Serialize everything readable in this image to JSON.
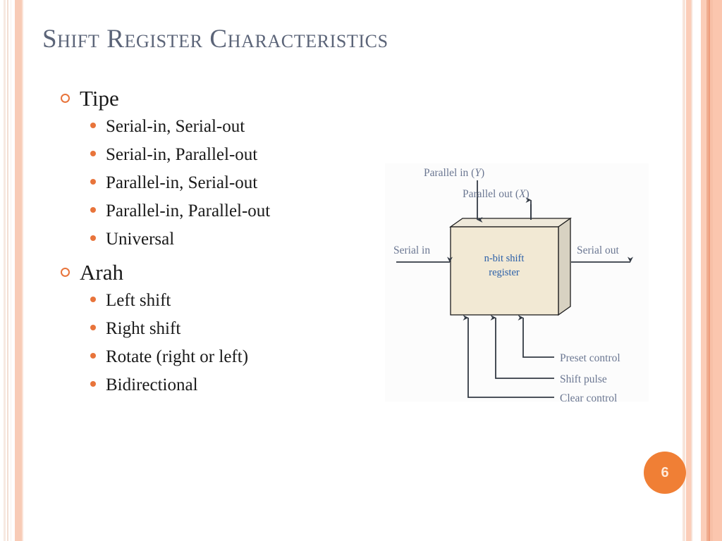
{
  "slide": {
    "title": "Shift Register Characteristics",
    "page_number": "6",
    "colors": {
      "title": "#5b6478",
      "accent_orange": "#e8743b",
      "badge_orange": "#f07f35",
      "stripe_pink": "#fbcdb8",
      "diagram_label": "#6b7792",
      "diagram_box_text": "#2a5fa8",
      "diagram_box_fill": "#f0e7d2"
    }
  },
  "content": {
    "groups": [
      {
        "heading": "Tipe",
        "items": [
          "Serial-in, Serial-out",
          "Serial-in, Parallel-out",
          "Parallel-in, Serial-out",
          "Parallel-in, Parallel-out",
          "Universal"
        ]
      },
      {
        "heading": "Arah",
        "items": [
          "Left shift",
          "Right shift",
          "Rotate (right or left)",
          "Bidirectional"
        ]
      }
    ]
  },
  "figure": {
    "box_line1": "n-bit shift",
    "box_line2": "register",
    "labels": {
      "parallel_in": "Parallel in (",
      "parallel_in_var": "Y",
      "parallel_in_close": ")",
      "parallel_out": "Parallel out (",
      "parallel_out_var": "X",
      "parallel_out_close": ")",
      "serial_in": "Serial in",
      "serial_out": "Serial out",
      "preset_control": "Preset control",
      "shift_pulse": "Shift pulse",
      "clear_control": "Clear control"
    }
  }
}
